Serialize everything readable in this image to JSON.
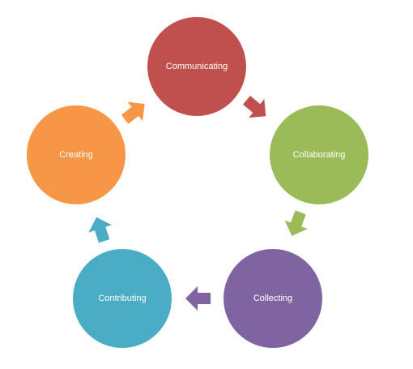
{
  "diagram": {
    "type": "cycle",
    "nodes": [
      {
        "id": "communicating",
        "label": "Communicating",
        "color": "#C0504D"
      },
      {
        "id": "collaborating",
        "label": "Collaborating",
        "color": "#9BBB59"
      },
      {
        "id": "collecting",
        "label": "Collecting",
        "color": "#8064A2"
      },
      {
        "id": "contributing",
        "label": "Contributing",
        "color": "#4BACC6"
      },
      {
        "id": "creating",
        "label": "Creating",
        "color": "#F79646"
      }
    ],
    "connectors": [
      {
        "from": "communicating",
        "to": "collaborating",
        "color": "#C0504D"
      },
      {
        "from": "collaborating",
        "to": "collecting",
        "color": "#9BBB59"
      },
      {
        "from": "collecting",
        "to": "contributing",
        "color": "#8064A2"
      },
      {
        "from": "contributing",
        "to": "creating",
        "color": "#4BACC6"
      },
      {
        "from": "creating",
        "to": "communicating",
        "color": "#F79646"
      }
    ]
  }
}
